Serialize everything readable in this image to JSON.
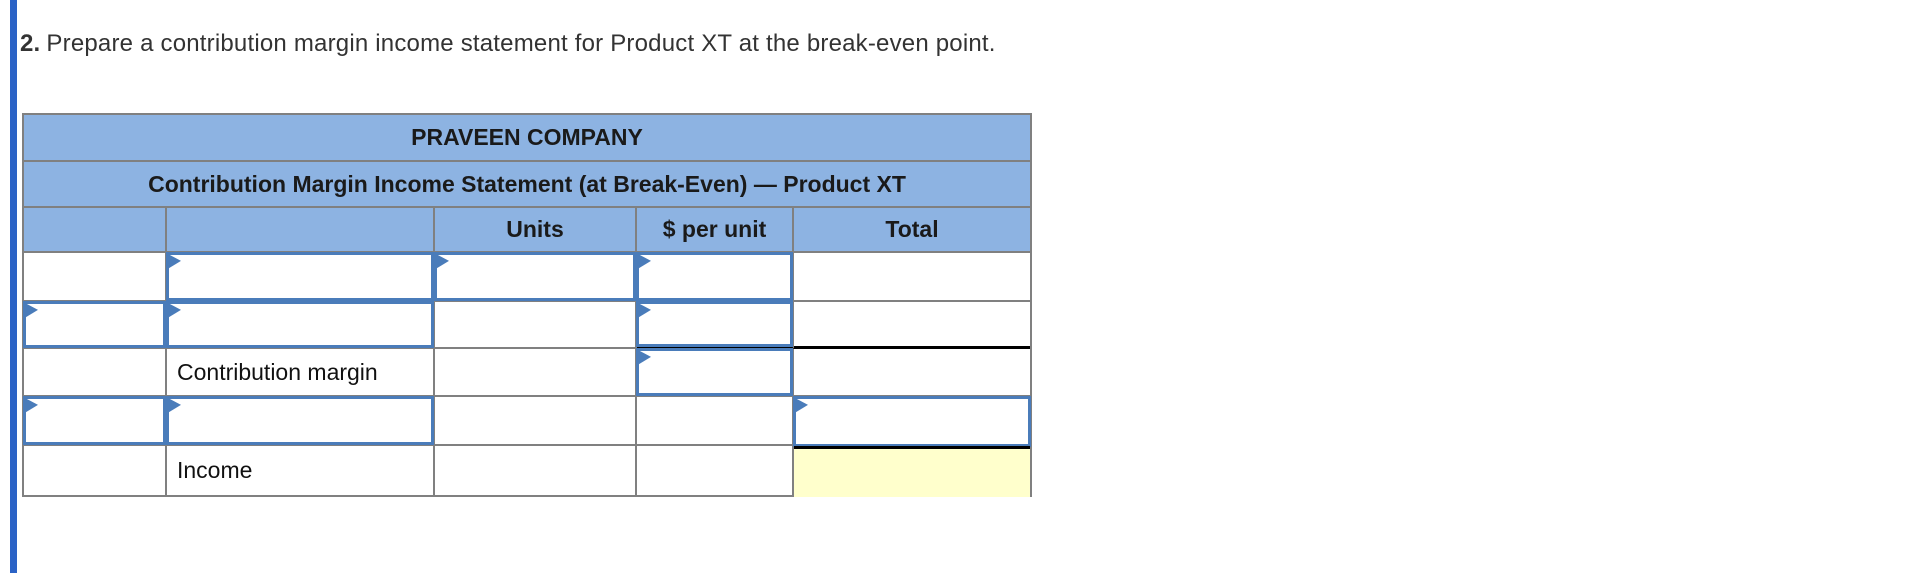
{
  "instruction": {
    "number": "2.",
    "text": "Prepare a contribution margin income statement for Product XT at the break-even point."
  },
  "table": {
    "title": "PRAVEEN COMPANY",
    "subtitle": "Contribution Margin Income Statement (at Break-Even) — Product XT",
    "columns": {
      "units": "Units",
      "per_unit": "$ per unit",
      "total": "Total"
    },
    "row_labels": {
      "contribution_margin": "Contribution margin",
      "income": "Income"
    },
    "body_rows": [
      {
        "row": 1,
        "label": "",
        "answer_cells": [
          "description",
          "units",
          "per_unit"
        ],
        "value": ""
      },
      {
        "row": 2,
        "label": "",
        "answer_cells": [
          "left",
          "description",
          "per_unit"
        ],
        "value": "",
        "rule_below": "single-black under $ per unit and Total"
      },
      {
        "row": 3,
        "label": "Contribution margin",
        "answer_cells": [
          "per_unit"
        ],
        "value": ""
      },
      {
        "row": 4,
        "label": "",
        "answer_cells": [
          "left",
          "description",
          "total"
        ],
        "value": ""
      },
      {
        "row": 5,
        "label": "Income",
        "answer_cells": [
          "total-highlighted"
        ],
        "value": "",
        "rule_below": "double-black under Total"
      }
    ]
  },
  "colors": {
    "header_blue": "#8db3e2",
    "input_border_blue": "#4a7cba",
    "grid_gray": "#808080",
    "highlight_yellow": "#ffffcc",
    "accent_bar_blue": "#2b63c6"
  }
}
